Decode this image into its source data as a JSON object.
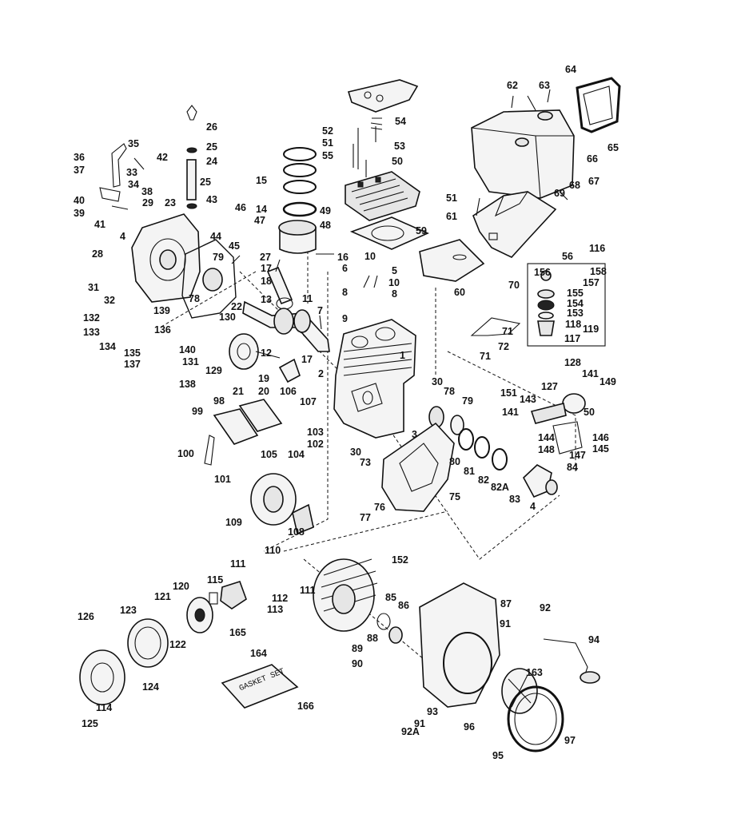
{
  "labels": [
    {
      "id": "p1",
      "text": "1"
    },
    {
      "id": "p2",
      "text": "2"
    },
    {
      "id": "p3",
      "text": "3"
    },
    {
      "id": "p4a",
      "text": "4"
    },
    {
      "id": "p4b",
      "text": "4"
    },
    {
      "id": "p5",
      "text": "5"
    },
    {
      "id": "p6",
      "text": "6"
    },
    {
      "id": "p7",
      "text": "7"
    },
    {
      "id": "p8a",
      "text": "8"
    },
    {
      "id": "p8b",
      "text": "8"
    },
    {
      "id": "p9",
      "text": "9"
    },
    {
      "id": "p10a",
      "text": "10"
    },
    {
      "id": "p10b",
      "text": "10"
    },
    {
      "id": "p11",
      "text": "11"
    },
    {
      "id": "p12",
      "text": "12"
    },
    {
      "id": "p13",
      "text": "13"
    },
    {
      "id": "p14",
      "text": "14"
    },
    {
      "id": "p15",
      "text": "15"
    },
    {
      "id": "p16",
      "text": "16"
    },
    {
      "id": "p17a",
      "text": "17"
    },
    {
      "id": "p17b",
      "text": "17"
    },
    {
      "id": "p18",
      "text": "18"
    },
    {
      "id": "p19",
      "text": "19"
    },
    {
      "id": "p20",
      "text": "20"
    },
    {
      "id": "p21",
      "text": "21"
    },
    {
      "id": "p22",
      "text": "22"
    },
    {
      "id": "p23",
      "text": "23"
    },
    {
      "id": "p24",
      "text": "24"
    },
    {
      "id": "p25a",
      "text": "25"
    },
    {
      "id": "p25b",
      "text": "25"
    },
    {
      "id": "p26",
      "text": "26"
    },
    {
      "id": "p27",
      "text": "27"
    },
    {
      "id": "p28",
      "text": "28"
    },
    {
      "id": "p29",
      "text": "29"
    },
    {
      "id": "p30a",
      "text": "30"
    },
    {
      "id": "p30b",
      "text": "30"
    },
    {
      "id": "p31",
      "text": "31"
    },
    {
      "id": "p32",
      "text": "32"
    },
    {
      "id": "p33",
      "text": "33"
    },
    {
      "id": "p34",
      "text": "34"
    },
    {
      "id": "p35",
      "text": "35"
    },
    {
      "id": "p36",
      "text": "36"
    },
    {
      "id": "p37",
      "text": "37"
    },
    {
      "id": "p38",
      "text": "38"
    },
    {
      "id": "p39",
      "text": "39"
    },
    {
      "id": "p40",
      "text": "40"
    },
    {
      "id": "p41",
      "text": "41"
    },
    {
      "id": "p42",
      "text": "42"
    },
    {
      "id": "p43",
      "text": "43"
    },
    {
      "id": "p44",
      "text": "44"
    },
    {
      "id": "p45",
      "text": "45"
    },
    {
      "id": "p46",
      "text": "46"
    },
    {
      "id": "p47",
      "text": "47"
    },
    {
      "id": "p48",
      "text": "48"
    },
    {
      "id": "p49",
      "text": "49"
    },
    {
      "id": "p50a",
      "text": "50"
    },
    {
      "id": "p50b",
      "text": "50"
    },
    {
      "id": "p51a",
      "text": "51"
    },
    {
      "id": "p51b",
      "text": "51"
    },
    {
      "id": "p52",
      "text": "52"
    },
    {
      "id": "p53",
      "text": "53"
    },
    {
      "id": "p54",
      "text": "54"
    },
    {
      "id": "p55",
      "text": "55"
    },
    {
      "id": "p56",
      "text": "56"
    },
    {
      "id": "p59",
      "text": "59"
    },
    {
      "id": "p60",
      "text": "60"
    },
    {
      "id": "p61",
      "text": "61"
    },
    {
      "id": "p62",
      "text": "62"
    },
    {
      "id": "p63",
      "text": "63"
    },
    {
      "id": "p64",
      "text": "64"
    },
    {
      "id": "p65",
      "text": "65"
    },
    {
      "id": "p66",
      "text": "66"
    },
    {
      "id": "p67",
      "text": "67"
    },
    {
      "id": "p68",
      "text": "68"
    },
    {
      "id": "p69",
      "text": "69"
    },
    {
      "id": "p70",
      "text": "70"
    },
    {
      "id": "p71a",
      "text": "71"
    },
    {
      "id": "p71b",
      "text": "71"
    },
    {
      "id": "p72",
      "text": "72"
    },
    {
      "id": "p73",
      "text": "73"
    },
    {
      "id": "p75",
      "text": "75"
    },
    {
      "id": "p76",
      "text": "76"
    },
    {
      "id": "p77",
      "text": "77"
    },
    {
      "id": "p78a",
      "text": "78"
    },
    {
      "id": "p78b",
      "text": "78"
    },
    {
      "id": "p79a",
      "text": "79"
    },
    {
      "id": "p79b",
      "text": "79"
    },
    {
      "id": "p80",
      "text": "80"
    },
    {
      "id": "p81",
      "text": "81"
    },
    {
      "id": "p82",
      "text": "82"
    },
    {
      "id": "p82a",
      "text": "82A"
    },
    {
      "id": "p83",
      "text": "83"
    },
    {
      "id": "p84",
      "text": "84"
    },
    {
      "id": "p85",
      "text": "85"
    },
    {
      "id": "p86",
      "text": "86"
    },
    {
      "id": "p87",
      "text": "87"
    },
    {
      "id": "p88",
      "text": "88"
    },
    {
      "id": "p89",
      "text": "89"
    },
    {
      "id": "p90",
      "text": "90"
    },
    {
      "id": "p91a",
      "text": "91"
    },
    {
      "id": "p91b",
      "text": "91"
    },
    {
      "id": "p92",
      "text": "92"
    },
    {
      "id": "p92a",
      "text": "92A"
    },
    {
      "id": "p93",
      "text": "93"
    },
    {
      "id": "p94",
      "text": "94"
    },
    {
      "id": "p95",
      "text": "95"
    },
    {
      "id": "p96",
      "text": "96"
    },
    {
      "id": "p97",
      "text": "97"
    },
    {
      "id": "p98",
      "text": "98"
    },
    {
      "id": "p99",
      "text": "99"
    },
    {
      "id": "p100",
      "text": "100"
    },
    {
      "id": "p101",
      "text": "101"
    },
    {
      "id": "p102",
      "text": "102"
    },
    {
      "id": "p103",
      "text": "103"
    },
    {
      "id": "p104",
      "text": "104"
    },
    {
      "id": "p105",
      "text": "105"
    },
    {
      "id": "p106",
      "text": "106"
    },
    {
      "id": "p107",
      "text": "107"
    },
    {
      "id": "p108",
      "text": "108"
    },
    {
      "id": "p109",
      "text": "109"
    },
    {
      "id": "p110",
      "text": "110"
    },
    {
      "id": "p111a",
      "text": "111"
    },
    {
      "id": "p111b",
      "text": "111"
    },
    {
      "id": "p112",
      "text": "112"
    },
    {
      "id": "p113",
      "text": "113"
    },
    {
      "id": "p114",
      "text": "114"
    },
    {
      "id": "p115",
      "text": "115"
    },
    {
      "id": "p116",
      "text": "116"
    },
    {
      "id": "p117",
      "text": "117"
    },
    {
      "id": "p118",
      "text": "118"
    },
    {
      "id": "p119",
      "text": "119"
    },
    {
      "id": "p120",
      "text": "120"
    },
    {
      "id": "p121",
      "text": "121"
    },
    {
      "id": "p122",
      "text": "122"
    },
    {
      "id": "p123",
      "text": "123"
    },
    {
      "id": "p124",
      "text": "124"
    },
    {
      "id": "p125",
      "text": "125"
    },
    {
      "id": "p126",
      "text": "126"
    },
    {
      "id": "p127",
      "text": "127"
    },
    {
      "id": "p128",
      "text": "128"
    },
    {
      "id": "p129",
      "text": "129"
    },
    {
      "id": "p130",
      "text": "130"
    },
    {
      "id": "p131",
      "text": "131"
    },
    {
      "id": "p132",
      "text": "132"
    },
    {
      "id": "p133",
      "text": "133"
    },
    {
      "id": "p134",
      "text": "134"
    },
    {
      "id": "p135",
      "text": "135"
    },
    {
      "id": "p136",
      "text": "136"
    },
    {
      "id": "p137",
      "text": "137"
    },
    {
      "id": "p138",
      "text": "138"
    },
    {
      "id": "p139",
      "text": "139"
    },
    {
      "id": "p140",
      "text": "140"
    },
    {
      "id": "p141a",
      "text": "141"
    },
    {
      "id": "p141b",
      "text": "141"
    },
    {
      "id": "p143",
      "text": "143"
    },
    {
      "id": "p144",
      "text": "144"
    },
    {
      "id": "p145",
      "text": "145"
    },
    {
      "id": "p146",
      "text": "146"
    },
    {
      "id": "p147",
      "text": "147"
    },
    {
      "id": "p148",
      "text": "148"
    },
    {
      "id": "p149",
      "text": "149"
    },
    {
      "id": "p151",
      "text": "151"
    },
    {
      "id": "p152",
      "text": "152"
    },
    {
      "id": "p153",
      "text": "153"
    },
    {
      "id": "p154",
      "text": "154"
    },
    {
      "id": "p155",
      "text": "155"
    },
    {
      "id": "p156",
      "text": "156"
    },
    {
      "id": "p157",
      "text": "157"
    },
    {
      "id": "p158",
      "text": "158"
    },
    {
      "id": "p163",
      "text": "163"
    },
    {
      "id": "p164",
      "text": "164"
    },
    {
      "id": "p165",
      "text": "165"
    },
    {
      "id": "p166",
      "text": "166"
    }
  ],
  "gasket_kit_text": "GASKET SET"
}
